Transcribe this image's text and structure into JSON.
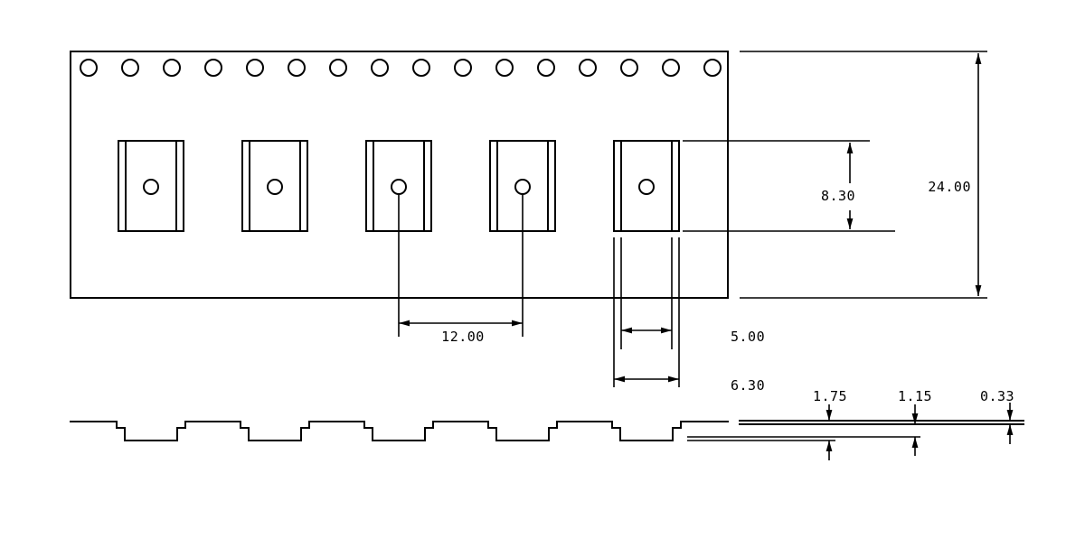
{
  "page": {
    "background": "#ffffff",
    "line_color": "#000000"
  },
  "drawing": {
    "counts": {
      "sprocket_holes": 16,
      "pockets": 5
    },
    "dimensions": {
      "tape_width": "24.00",
      "pocket_span": "8.30",
      "pocket_pitch": "12.00",
      "pocket_inner_width": "5.00",
      "pocket_outer_width": "6.30",
      "pocket_depth": "1.75",
      "inner_depth": "1.15",
      "tape_thickness": "0.33"
    }
  }
}
